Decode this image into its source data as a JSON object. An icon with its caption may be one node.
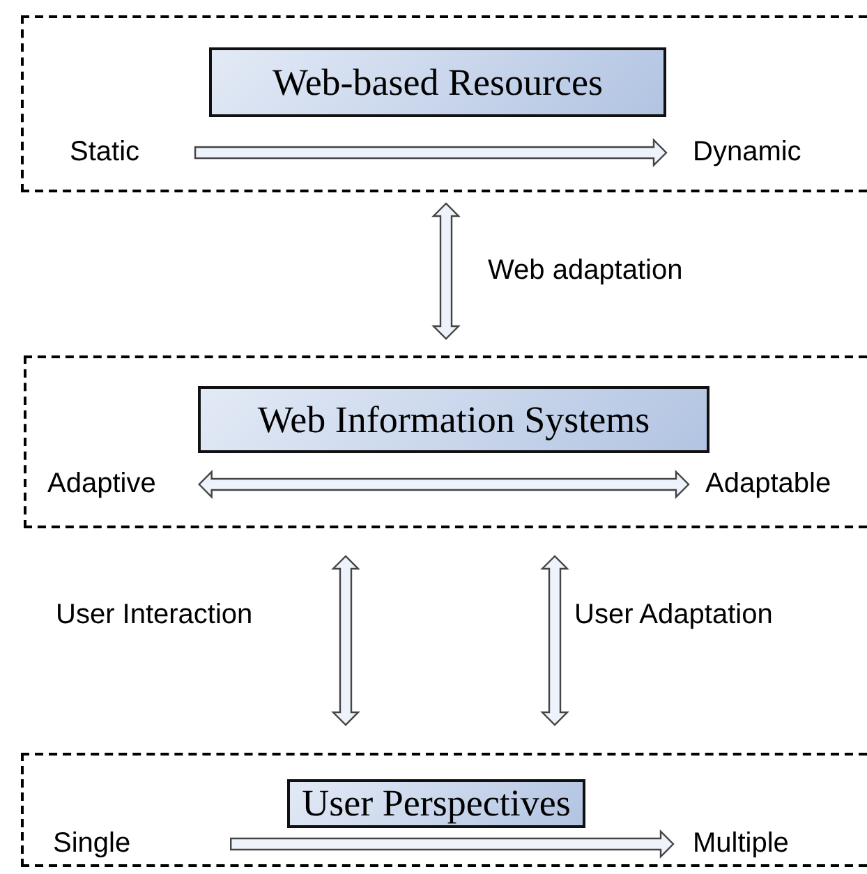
{
  "diagram": {
    "nodes": [
      {
        "text": [],
        "shape": "box"
      },
      {
        "text": [
          "Web-based Resources"
        ],
        "in": 0
      },
      {
        "text": [
          "Static"
        ],
        "in": 0
      },
      {
        "text": [
          "Dynamic"
        ],
        "in": 0
      },
      {
        "text": [],
        "shape": "box"
      },
      {
        "text": [
          "Web Information Systems"
        ],
        "in": 4
      },
      {
        "text": [
          "Adaptive"
        ],
        "in": 4
      },
      {
        "text": [
          "Adaptable"
        ],
        "in": 4
      },
      {
        "text": [],
        "shape": "box"
      },
      {
        "text": [
          "User Perspectives"
        ],
        "in": 8
      },
      {
        "text": [
          "Single"
        ],
        "in": 8
      },
      {
        "text": [
          "Multiple"
        ],
        "in": 8
      }
    ],
    "edges": [
      {
        "from": 2,
        "to": 3,
        "arrow": "to"
      },
      {
        "from": 0,
        "to": 4,
        "arrow": "both",
        "label": "Web adaptation"
      },
      {
        "from": 6,
        "to": 7,
        "arrow": "both"
      },
      {
        "from": 4,
        "to": 8,
        "arrow": "both",
        "label": "User Interaction"
      },
      {
        "from": 4,
        "to": 8,
        "arrow": "both",
        "label": "User Adaptation"
      },
      {
        "from": 10,
        "to": 11,
        "arrow": "to"
      }
    ]
  }
}
